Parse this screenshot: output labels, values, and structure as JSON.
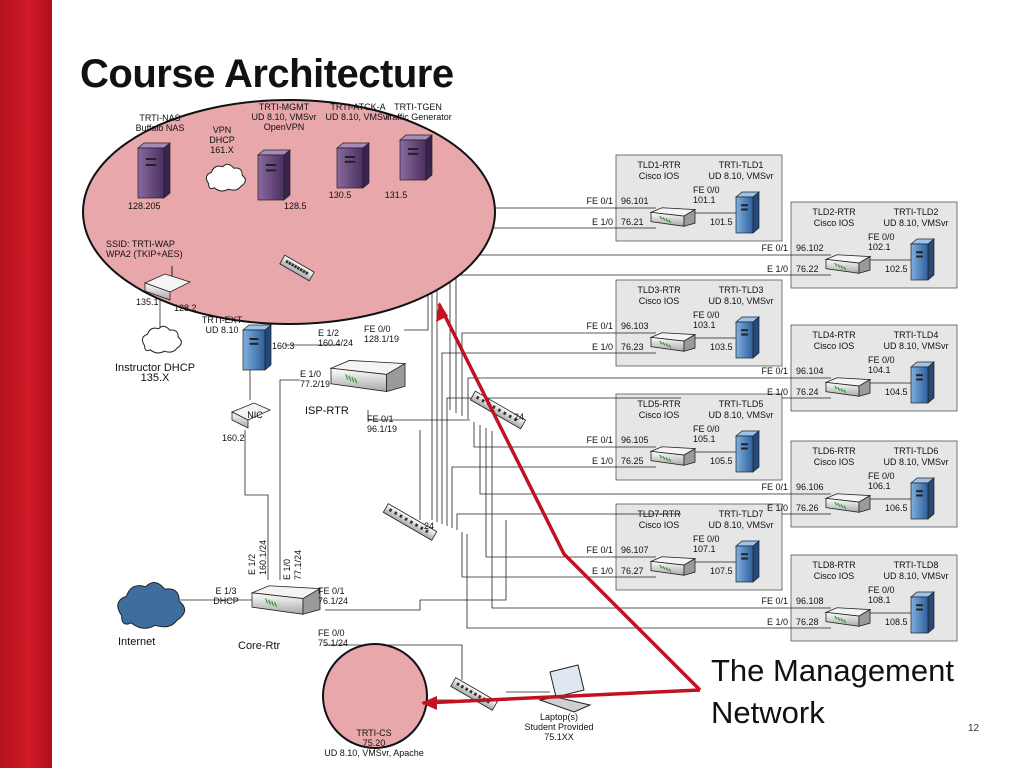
{
  "slide": {
    "title": "Course Architecture",
    "callout_line1": "The Management",
    "callout_line2": "Network",
    "page_number": "12"
  },
  "management": {
    "nas": [
      "TRTI-NAS",
      "Buffalo NAS"
    ],
    "mgmt": [
      "TRTI-MGMT",
      "UD 8.10, VMSvr",
      "OpenVPN"
    ],
    "atck": [
      "TRTI-ATCK-A",
      "UD 8.10, VMSvr"
    ],
    "tgen": [
      "TRTI-TGEN",
      "Traffic Generator"
    ],
    "vpn": [
      "VPN",
      "DHCP",
      "161.X"
    ],
    "ip_nas": "128.205",
    "ip_mgmt": "128.5",
    "ip_atck": "130.5",
    "ip_tgen": "131.5",
    "ssid": [
      "SSID: TRTI-WAP",
      "WPA2 (TKIP+AES)"
    ],
    "ip_wap": "135.1",
    "ip_wap2": "128.2"
  },
  "core": {
    "ext": [
      "TRTI-EXT",
      "UD 8.10"
    ],
    "ip_ext": "160.3",
    "instructor": [
      "Instructor DHCP",
      "135.X"
    ],
    "nic": "NIC",
    "ip_nic": "160.2",
    "isp_name": "ISP-RTR",
    "isp_e12": [
      "E 1/2",
      "160.4/24"
    ],
    "isp_fe00": [
      "FE 0/0",
      "128.1/19"
    ],
    "isp_e10": [
      "E 1/0",
      "77.2/19"
    ],
    "isp_fe01": [
      "FE 0/1",
      "96.1/19"
    ],
    "core_name": "Core-Rtr",
    "core_e12": [
      "E 1/2",
      "160.1/24"
    ],
    "core_e10": [
      "E 1/0",
      "77.1/24"
    ],
    "core_e13": [
      "E 1/3",
      "DHCP"
    ],
    "core_fe01": [
      "FE 0/1",
      "76.1/24"
    ],
    "core_fe00": [
      "FE 0/0",
      "75.1/24"
    ],
    "internet": "Internet",
    "cs": [
      "TRTI-CS",
      "75.20"
    ],
    "cs_sub": "UD 8.10, VMSvr, Apache",
    "laptop": [
      "Laptop(s)",
      "Student Provided",
      "75.1XX"
    ],
    "sw_port": "24",
    "sw_port2": "24"
  },
  "tlds": [
    {
      "rtr": "TLD1-RTR",
      "os": "Cisco IOS",
      "srv": "TRTI-TLD1",
      "srv_os": "UD 8.10, VMSvr",
      "fe01": "FE 0/1",
      "ip1": "96.101",
      "fe00": "FE 0/0",
      "ip0": "101.1",
      "e10": "E 1/0",
      "ipe": "76.21",
      "ips": "101.5"
    },
    {
      "rtr": "TLD2-RTR",
      "os": "Cisco IOS",
      "srv": "TRTI-TLD2",
      "srv_os": "UD 8.10, VMSvr",
      "fe01": "FE 0/1",
      "ip1": "96.102",
      "fe00": "FE 0/0",
      "ip0": "102.1",
      "e10": "E 1/0",
      "ipe": "76.22",
      "ips": "102.5"
    },
    {
      "rtr": "TLD3-RTR",
      "os": "Cisco IOS",
      "srv": "TRTI-TLD3",
      "srv_os": "UD 8.10, VMSvr",
      "fe01": "FE 0/1",
      "ip1": "96.103",
      "fe00": "FE 0/0",
      "ip0": "103.1",
      "e10": "E 1/0",
      "ipe": "76.23",
      "ips": "103.5"
    },
    {
      "rtr": "TLD4-RTR",
      "os": "Cisco IOS",
      "srv": "TRTI-TLD4",
      "srv_os": "UD 8.10, VMSvr",
      "fe01": "FE 0/1",
      "ip1": "96.104",
      "fe00": "FE 0/0",
      "ip0": "104.1",
      "e10": "E 1/0",
      "ipe": "76.24",
      "ips": "104.5"
    },
    {
      "rtr": "TLD5-RTR",
      "os": "Cisco IOS",
      "srv": "TRTI-TLD5",
      "srv_os": "UD 8.10, VMSvr",
      "fe01": "FE 0/1",
      "ip1": "96.105",
      "fe00": "FE 0/0",
      "ip0": "105.1",
      "e10": "E 1/0",
      "ipe": "76.25",
      "ips": "105.5"
    },
    {
      "rtr": "TLD6-RTR",
      "os": "Cisco IOS",
      "srv": "TRTI-TLD6",
      "srv_os": "UD 8.10, VMSvr",
      "fe01": "FE 0/1",
      "ip1": "96.106",
      "fe00": "FE 0/0",
      "ip0": "106.1",
      "e10": "E 1/0",
      "ipe": "76.26",
      "ips": "106.5"
    },
    {
      "rtr": "TLD7-RTR",
      "os": "Cisco IOS",
      "srv": "TRTI-TLD7",
      "srv_os": "UD 8.10, VMSvr",
      "fe01": "FE 0/1",
      "ip1": "96.107",
      "fe00": "FE 0/0",
      "ip0": "107.1",
      "e10": "E 1/0",
      "ipe": "76.27",
      "ips": "107.5"
    },
    {
      "rtr": "TLD8-RTR",
      "os": "Cisco IOS",
      "srv": "TRTI-TLD8",
      "srv_os": "UD 8.10, VMSvr",
      "fe01": "FE 0/1",
      "ip1": "96.108",
      "fe00": "FE 0/0",
      "ip0": "108.1",
      "e10": "E 1/0",
      "ipe": "76.28",
      "ips": "108.5"
    }
  ],
  "colors": {
    "accent_red": "#c0121f",
    "highlight_fill": "#e8a7aa",
    "box_fill": "#e6e6e6",
    "server_blue": "#4f86c6",
    "server_purple": "#6a4a80"
  }
}
